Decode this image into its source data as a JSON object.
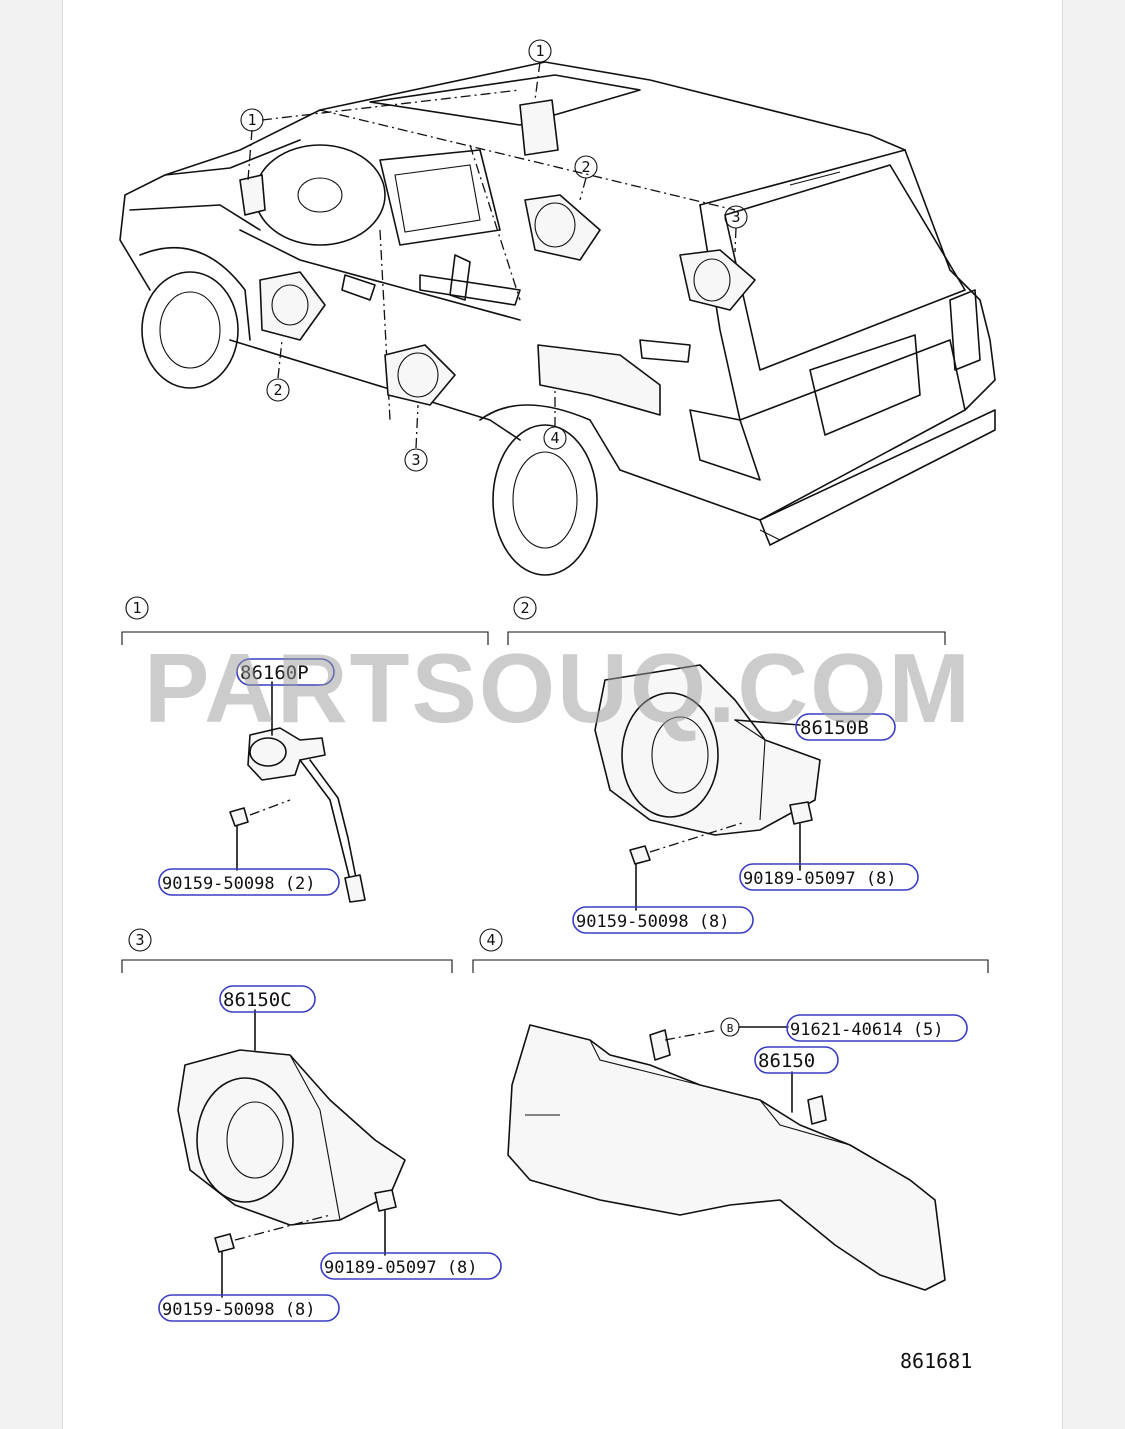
{
  "diagram": {
    "code": "861681",
    "watermark": "PARTSOUQ.COM",
    "accent_color": "#3a3dc4",
    "callouts": [
      "1",
      "2",
      "3",
      "4"
    ],
    "section_labels": [
      "1",
      "2",
      "3",
      "4"
    ],
    "bolt_symbol": "B",
    "parts": [
      {
        "section": "1",
        "number": "86160P"
      },
      {
        "section": "1",
        "number": "90159-50098 (2)"
      },
      {
        "section": "2",
        "number": "86150B"
      },
      {
        "section": "2",
        "number": "90189-05097 (8)"
      },
      {
        "section": "2",
        "number": "90159-50098 (8)"
      },
      {
        "section": "3",
        "number": "86150C"
      },
      {
        "section": "3",
        "number": "90189-05097 (8)"
      },
      {
        "section": "3",
        "number": "90159-50098 (8)"
      },
      {
        "section": "4",
        "number": "91621-40614 (5)"
      },
      {
        "section": "4",
        "number": "86150"
      }
    ]
  }
}
